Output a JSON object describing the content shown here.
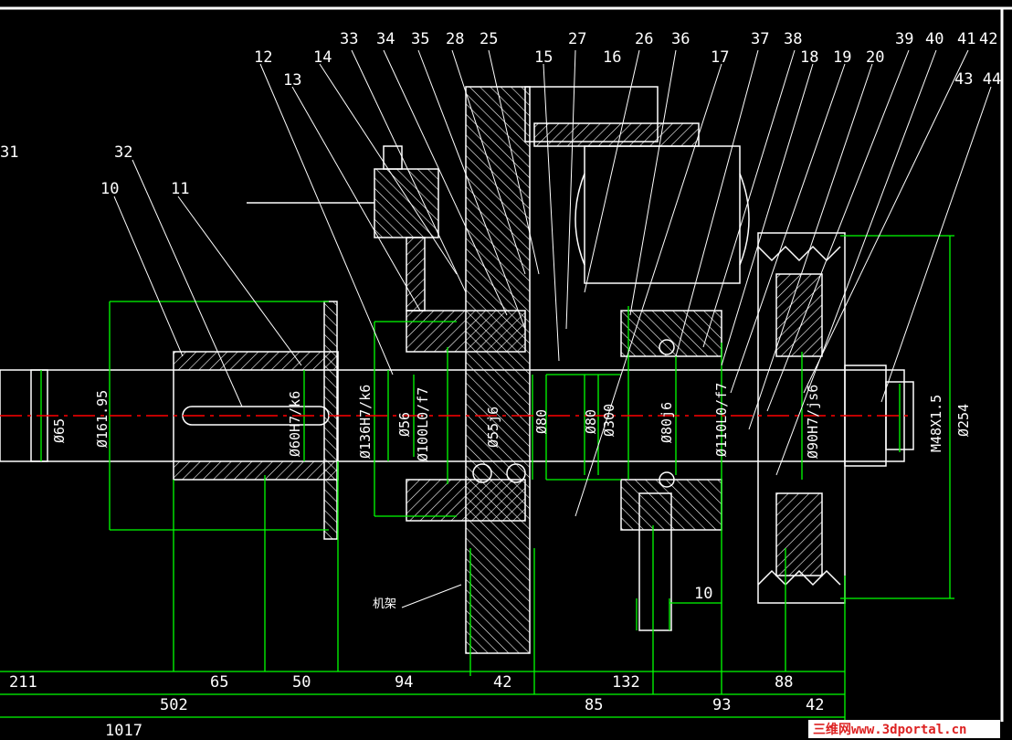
{
  "colors": {
    "background": "#000000",
    "outline": "#ffffff",
    "dimension": "#00ff00",
    "centerline": "#ff0000",
    "watermark": "#dd2222"
  },
  "callouts": [
    {
      "id": "31",
      "text": "31"
    },
    {
      "id": "32",
      "text": "32"
    },
    {
      "id": "10",
      "text": "10"
    },
    {
      "id": "11",
      "text": "11"
    },
    {
      "id": "12",
      "text": "12"
    },
    {
      "id": "13",
      "text": "13"
    },
    {
      "id": "33",
      "text": "33"
    },
    {
      "id": "14",
      "text": "14"
    },
    {
      "id": "34",
      "text": "34"
    },
    {
      "id": "35",
      "text": "35"
    },
    {
      "id": "28",
      "text": "28"
    },
    {
      "id": "25",
      "text": "25"
    },
    {
      "id": "15",
      "text": "15"
    },
    {
      "id": "27",
      "text": "27"
    },
    {
      "id": "16",
      "text": "16"
    },
    {
      "id": "26",
      "text": "26"
    },
    {
      "id": "36",
      "text": "36"
    },
    {
      "id": "17",
      "text": "17"
    },
    {
      "id": "37",
      "text": "37"
    },
    {
      "id": "38",
      "text": "38"
    },
    {
      "id": "18",
      "text": "18"
    },
    {
      "id": "19",
      "text": "19"
    },
    {
      "id": "20",
      "text": "20"
    },
    {
      "id": "39",
      "text": "39"
    },
    {
      "id": "40",
      "text": "40"
    },
    {
      "id": "41",
      "text": "41"
    },
    {
      "id": "42",
      "text": "42"
    },
    {
      "id": "4344",
      "text": "43 44"
    }
  ],
  "diameters": [
    {
      "id": "d65",
      "text": "Ø65"
    },
    {
      "id": "d161",
      "text": "Ø161.95"
    },
    {
      "id": "d60",
      "text": "Ø60H7/k6"
    },
    {
      "id": "d136",
      "text": "Ø136H7/k6"
    },
    {
      "id": "d56",
      "text": "Ø56"
    },
    {
      "id": "d100",
      "text": "Ø100L0/f7"
    },
    {
      "id": "d55",
      "text": "Ø55j6"
    },
    {
      "id": "d80a",
      "text": "Ø80"
    },
    {
      "id": "d80b",
      "text": "Ø80"
    },
    {
      "id": "d300",
      "text": "Ø300"
    },
    {
      "id": "d80c",
      "text": "Ø80j6"
    },
    {
      "id": "d110",
      "text": "Ø110L0/f7"
    },
    {
      "id": "d90",
      "text": "Ø90H7/js6"
    },
    {
      "id": "m48",
      "text": "M48X1.5"
    },
    {
      "id": "d254",
      "text": "Ø254"
    }
  ],
  "dimensions_row1": [
    {
      "id": "l211",
      "text": "211"
    },
    {
      "id": "l65",
      "text": "65"
    },
    {
      "id": "l50",
      "text": "50"
    },
    {
      "id": "l94",
      "text": "94"
    },
    {
      "id": "l42a",
      "text": "42"
    },
    {
      "id": "l132",
      "text": "132"
    },
    {
      "id": "l88",
      "text": "88"
    }
  ],
  "dimensions_row2": [
    {
      "id": "l502",
      "text": "502"
    },
    {
      "id": "l85",
      "text": "85"
    },
    {
      "id": "l93",
      "text": "93"
    },
    {
      "id": "l42b",
      "text": "42"
    }
  ],
  "dimensions_other": [
    {
      "id": "l1017",
      "text": "1017"
    },
    {
      "id": "l10",
      "text": "10"
    }
  ],
  "note_label": "机架",
  "watermark": "三维网www.3dportal.cn"
}
